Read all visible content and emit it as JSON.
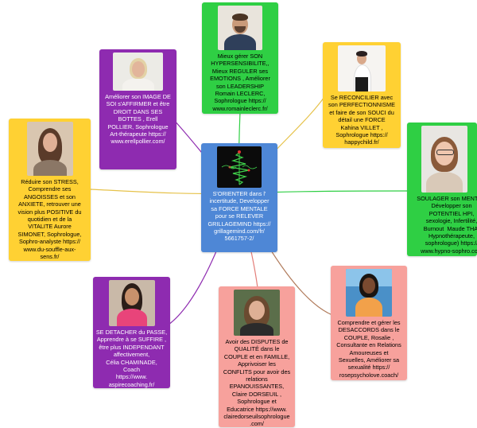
{
  "colors": {
    "center": "#4e87d6",
    "purple": "#8e2bb0",
    "green": "#2fcf44",
    "yellow": "#ffd133",
    "pink": "#f7a19c"
  },
  "center": {
    "text": "S'ORIENTER dans l'\nincertitude, Developper\nsa FORCE MENTALE\npour  se RELEVER\nGRILLAGEMIND https://\ngrillagemind.com/fr/\n5661757-2/",
    "icon": "sine-wave-tree-logo"
  },
  "nodes": {
    "romain": {
      "text": "Mieux gérer SON\nHYPERSENSIBILITE,,\nMieux REGULER ses\nEMOTIONS , Améliorer\nson LEADERSHIP\nRomain LECLERC,\nSophrologue https://\nwww.romainleclerc.fr/"
    },
    "erell": {
      "text": "Améliorer son IMAGE DE\nSOI s'AFFIRMER et être\nDROIT  DANS SES\nBOTTES ,        Erell\nPOLLIER, Sophrologue\nArt-thérapeute https://\nwww.erellpollier.com/"
    },
    "kahina": {
      "text": "Se RECONCILIER avec\nson PERFECTIONNISME\net faire de son SOUCI du\ndétail une FORCE\nKahina VILLET ,\nSophrologue https://\nhappychild.fr/"
    },
    "aurore": {
      "text": "Réduire son STRESS,\nComprendre ses\nANGOISSES et son\nANXIETE, retrouver  une\nvision plus POSITIVE du\nquotidien et de la\nVITALITE       Aurore\nSIMONET, Sophrologue,\nSophro-analyste  https://\nwww.du-souffle-aux-\nsens.fr/"
    },
    "maude": {
      "text": "SOULAGER son MENTAL,\nDévelopper son\nPOTENTIEL HPI,\nsexologie, Infertilité,\nBurnout  Maude THAI\nHypnothérapeute,\nsophrologue) https://\nwww.hypno-sophro.com"
    },
    "celia": {
      "text": "SE DETACHER du PASSE,\nApprendre à se SUFFIRE ,\nêtre plus INDEPENDANT\naffectivement,\nCélia CHAMINADE,\nCoach\nhttps://www.\naspirecoaching.fr/"
    },
    "claire": {
      "text": "Avoir des DISPUTES de\nQUALITÉ dans le\nCOUPLE et en FAMILLE,\nApprivoiser  les\nCONFLITS pour avoir des\nrelations\nEPANOUISSANTES,\nClaire DORSEUIL ,\nSophrologue et\nEducatrice https://www.\nclairedorseuilsophrologue\n.com/"
    },
    "rosalie": {
      "text": "Comprendre et gérer les\nDESACCORDS dans le\nCOUPLE,  Rosalie ,\nConsultante en Relations\nAmoureuses et\nSexuelles, Améliorer  sa\nsexualité  https://\nrosepsycholove.coach/"
    }
  }
}
